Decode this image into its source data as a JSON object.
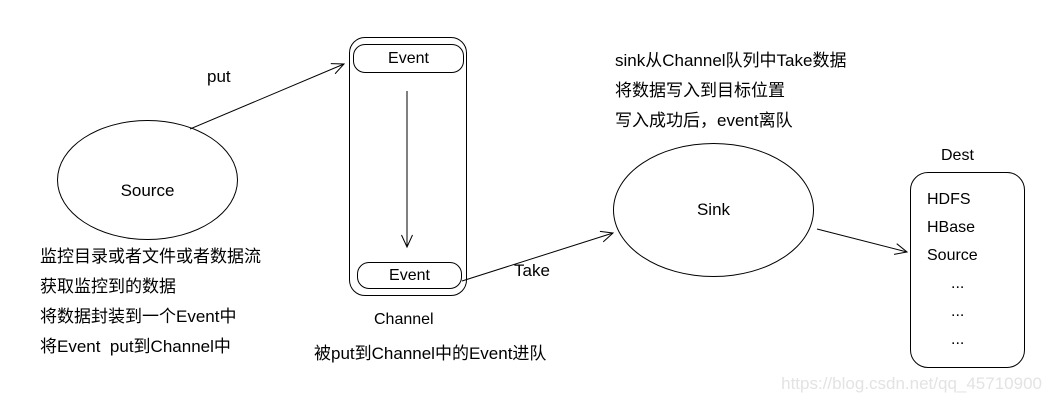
{
  "diagram": {
    "nodes": {
      "source": {
        "label": "Source"
      },
      "channel": {
        "label": "Channel",
        "event_top": "Event",
        "event_bottom": "Event"
      },
      "sink": {
        "label": "Sink"
      },
      "dest": {
        "title": "Dest",
        "items": [
          "HDFS",
          "HBase",
          "Source",
          "...",
          "...",
          "..."
        ]
      }
    },
    "edges": {
      "put_label": "put",
      "take_label": "Take"
    },
    "notes": {
      "source_note_lines": [
        "监控目录或者文件或者数据流",
        "获取监控到的数据",
        "将数据封装到一个Event中",
        "将Event  put到Channel中"
      ],
      "sink_note_lines": [
        "sink从Channel队列中Take数据",
        "将数据写入到目标位置",
        "写入成功后，event离队"
      ],
      "channel_note": "被put到Channel中的Event进队"
    },
    "watermark": "https://blog.csdn.net/qq_45710900",
    "colors": {
      "line": "#000000",
      "text": "#000000",
      "watermark": "#e3e3e3"
    }
  }
}
